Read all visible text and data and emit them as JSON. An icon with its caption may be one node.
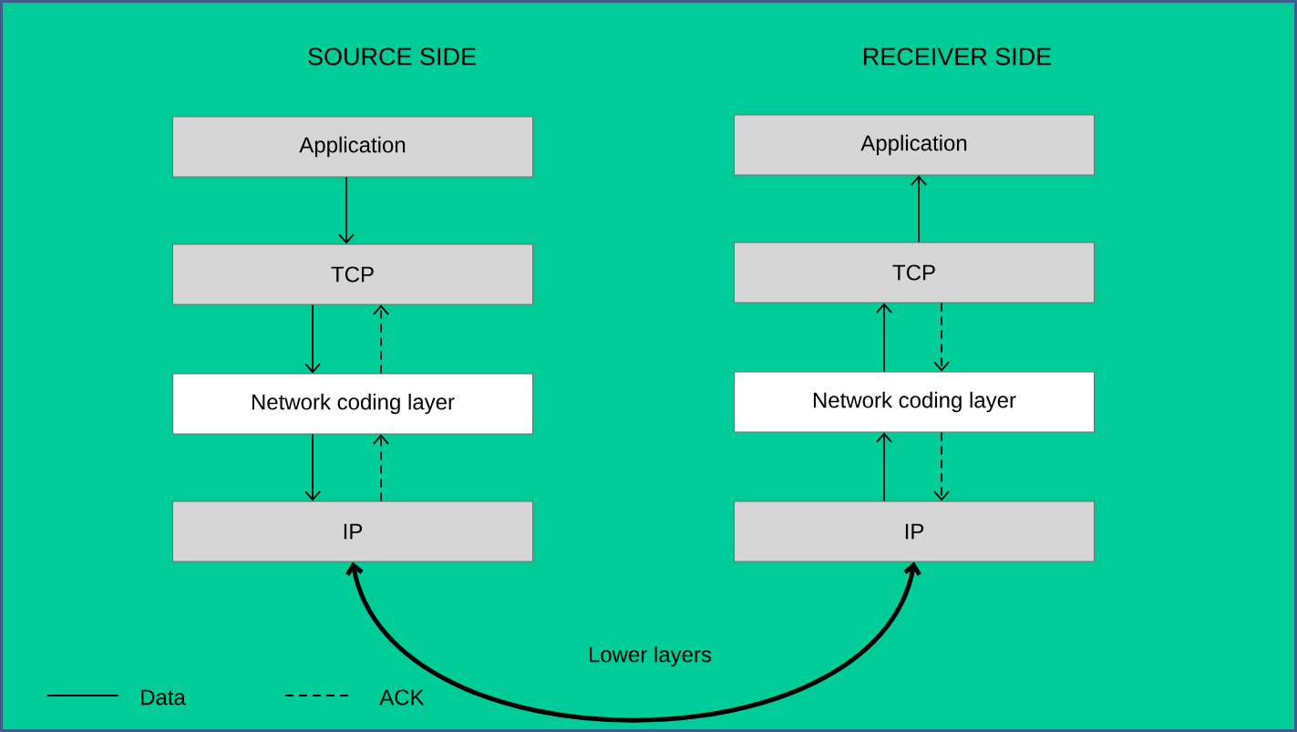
{
  "diagram": {
    "nodes": [
      {
        "text": [
          "Application"
        ]
      },
      {
        "text": [
          "TCP"
        ]
      },
      {
        "text": [
          "Network coding layer"
        ]
      },
      {
        "text": [
          "IP"
        ]
      },
      {
        "text": [
          "Application"
        ]
      },
      {
        "text": [
          "TCP"
        ]
      },
      {
        "text": [
          "Network coding layer"
        ]
      },
      {
        "text": [
          "IP"
        ]
      }
    ],
    "edges": [
      {
        "from": 0,
        "to": 1,
        "arrow": "to"
      },
      {
        "from": 1,
        "to": 2,
        "arrow": "to"
      },
      {
        "from": 2,
        "to": 1,
        "arrow": "to",
        "style": "dashed"
      },
      {
        "from": 2,
        "to": 3,
        "arrow": "to"
      },
      {
        "from": 3,
        "to": 2,
        "arrow": "to",
        "style": "dashed"
      },
      {
        "from": 5,
        "to": 4,
        "arrow": "to"
      },
      {
        "from": 6,
        "to": 5,
        "arrow": "to"
      },
      {
        "from": 5,
        "to": 6,
        "arrow": "to",
        "style": "dashed"
      },
      {
        "from": 7,
        "to": 6,
        "arrow": "to"
      },
      {
        "from": 6,
        "to": 7,
        "arrow": "to",
        "style": "dashed"
      },
      {
        "from": 3,
        "to": 7,
        "arrow": "both",
        "style": "thick",
        "label": "Lower layers"
      }
    ],
    "labels": [
      "SOURCE SIDE",
      "RECEIVER SIDE"
    ],
    "legend": [
      {
        "text": "Data"
      },
      {
        "text": "ACK"
      }
    ]
  }
}
